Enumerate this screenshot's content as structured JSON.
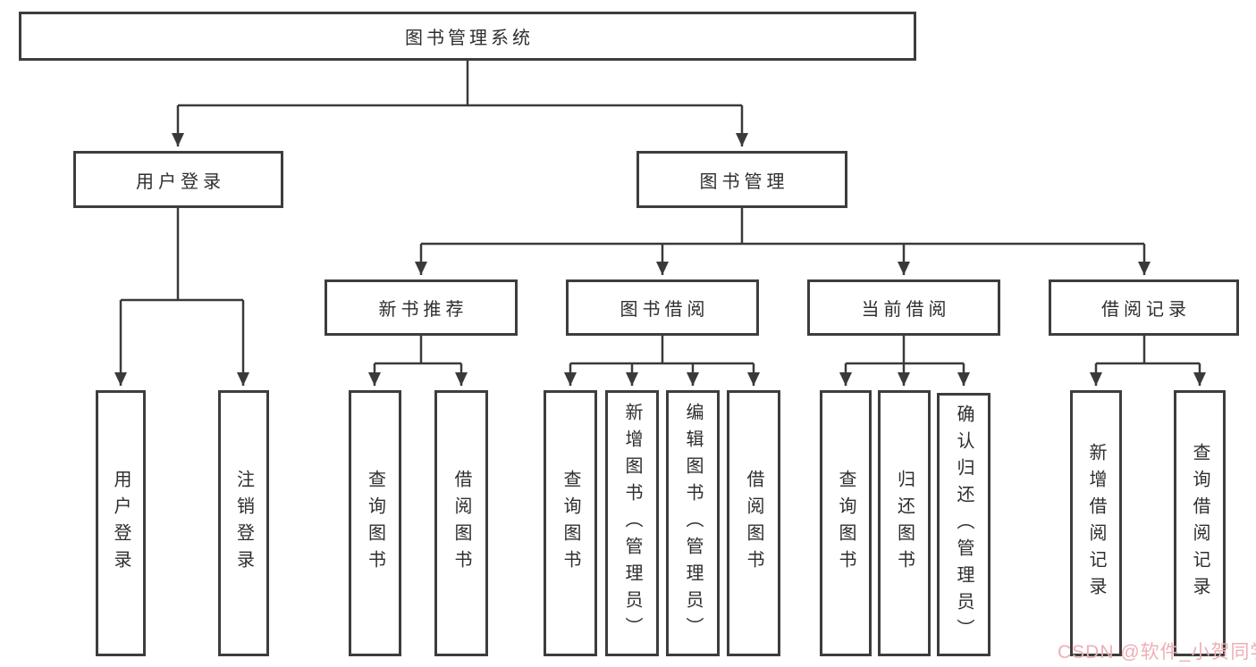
{
  "tree": {
    "label": "图书管理系统",
    "children": [
      {
        "label": "用户登录",
        "children": [
          {
            "label": "用户登录"
          },
          {
            "label": "注销登录"
          }
        ]
      },
      {
        "label": "图书管理",
        "children": [
          {
            "label": "新书推荐",
            "children": [
              {
                "label": "查询图书"
              },
              {
                "label": "借阅图书"
              }
            ]
          },
          {
            "label": "图书借阅",
            "children": [
              {
                "label": "查询图书"
              },
              {
                "label": "新增图书（管理员）"
              },
              {
                "label": "编辑图书（管理员）"
              },
              {
                "label": "借阅图书"
              }
            ]
          },
          {
            "label": "当前借阅",
            "children": [
              {
                "label": "查询图书"
              },
              {
                "label": "归还图书"
              },
              {
                "label": "确认归还（管理员）"
              }
            ]
          },
          {
            "label": "借阅记录",
            "children": [
              {
                "label": "新增借阅记录"
              },
              {
                "label": "查询借阅记录"
              }
            ]
          }
        ]
      }
    ]
  },
  "watermark": {
    "text": "CSDN @软件_小贺同学",
    "color": "#edafb6"
  },
  "colors": {
    "line": "#3a3a3a",
    "node_border": "#3d3d3d",
    "text": "#2e2e2e",
    "background": "#ffffff"
  }
}
